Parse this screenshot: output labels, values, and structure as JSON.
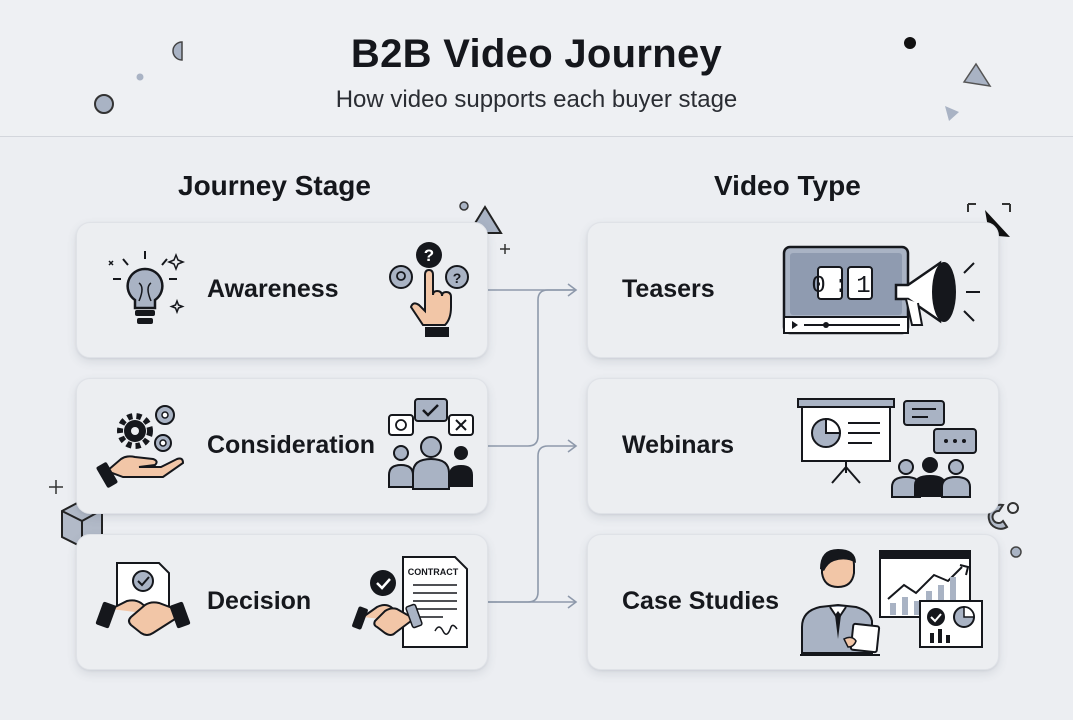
{
  "header": {
    "title": "B2B Video Journey",
    "subtitle": "How video supports each buyer stage"
  },
  "columns": {
    "left_heading": "Journey Stage",
    "right_heading": "Video Type"
  },
  "stages": [
    {
      "label": "Awareness",
      "icon_left": "lightbulb-icon",
      "icon_right": "question-pointer-icon"
    },
    {
      "label": "Consideration",
      "icon_left": "gears-hand-icon",
      "icon_right": "group-discussion-icon"
    },
    {
      "label": "Decision",
      "icon_left": "handshake-document-icon",
      "icon_right": "contract-handshake-icon"
    }
  ],
  "video_types": [
    {
      "label": "Teasers",
      "icon": "video-player-megaphone-icon",
      "timer_text": "0:1"
    },
    {
      "label": "Webinars",
      "icon": "presentation-audience-icon"
    },
    {
      "label": "Case Studies",
      "icon": "presenter-analytics-icon"
    }
  ],
  "contract_label": "CONTRACT",
  "colors": {
    "background": "#eceef2",
    "card": "#eceef1",
    "accent_gray_blue": "#a9b3c4",
    "connector": "#8e99ab",
    "ink": "#15171c",
    "skin": "#f2c6a7"
  }
}
